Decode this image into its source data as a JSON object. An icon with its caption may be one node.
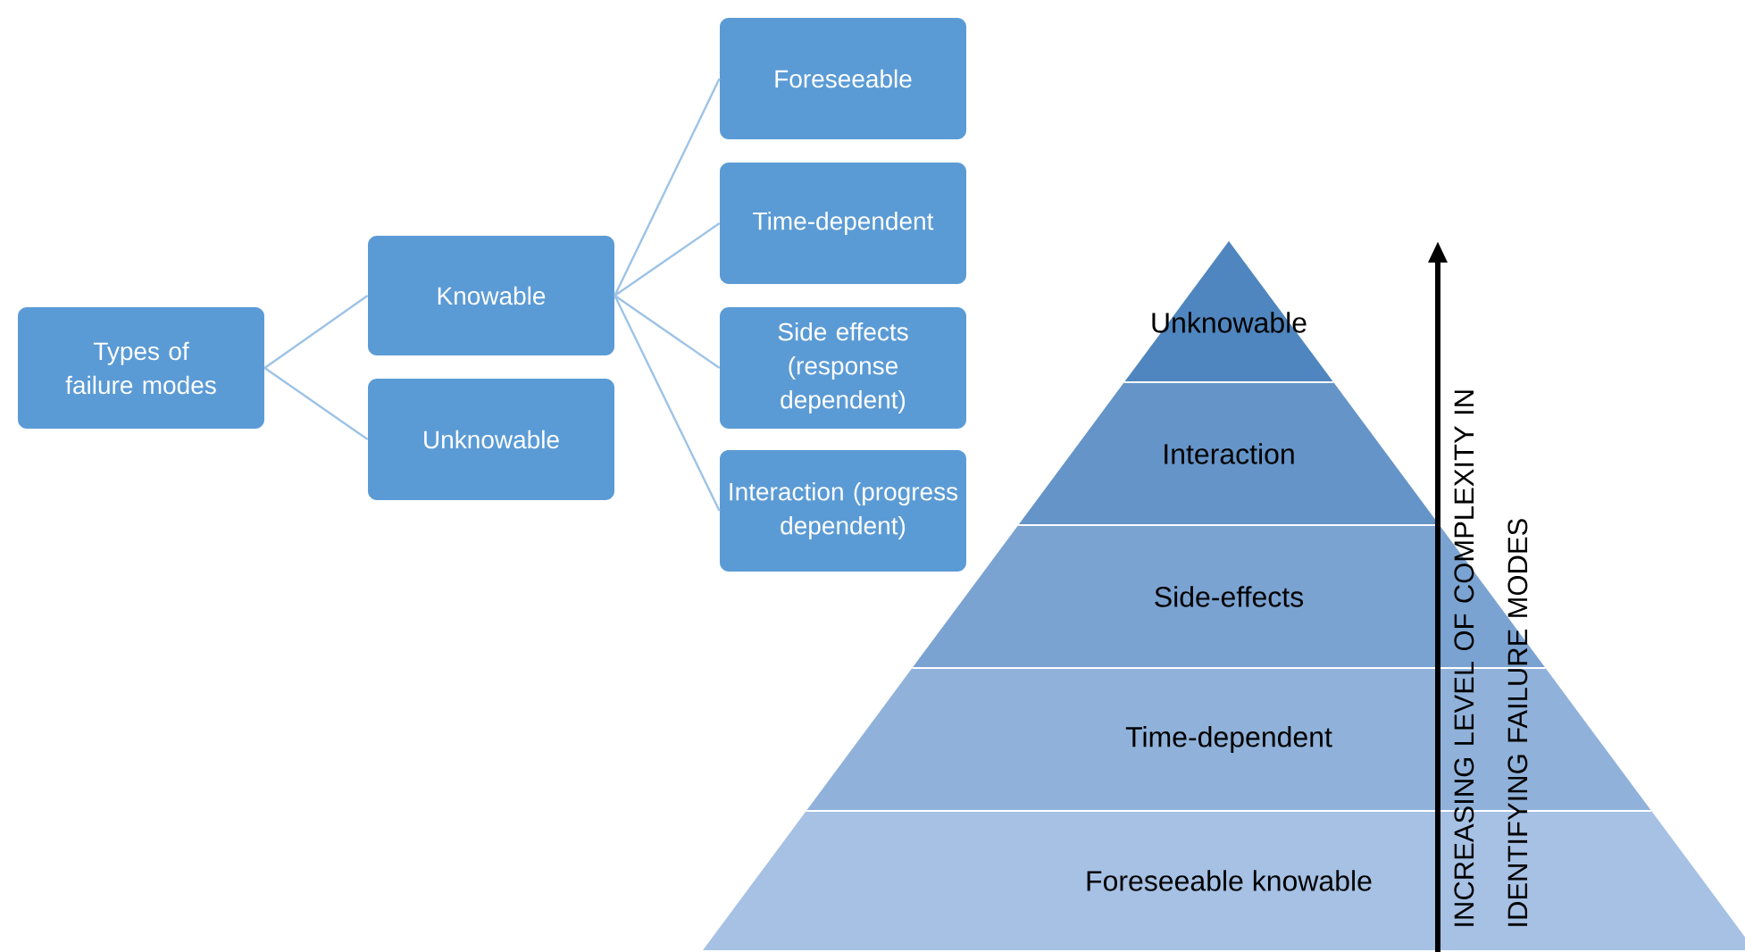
{
  "diagram": {
    "nodes": [
      {
        "text": [
          "Types of failure modes"
        ]
      },
      {
        "text": [
          "Knowable"
        ]
      },
      {
        "text": [
          "Unknowable"
        ]
      },
      {
        "text": [
          "Foreseeable"
        ]
      },
      {
        "text": [
          "Time-dependent"
        ]
      },
      {
        "text": [
          "Side effects (response dependent)"
        ]
      },
      {
        "text": [
          "Interaction (progress dependent)"
        ]
      },
      {
        "text": [
          "Unknowable"
        ]
      },
      {
        "text": [
          "Interaction"
        ]
      },
      {
        "text": [
          "Side-effects"
        ]
      },
      {
        "text": [
          "Time-dependent"
        ]
      },
      {
        "text": [
          "Foreseeable knowable"
        ]
      }
    ],
    "edges": [
      {
        "from": 0,
        "to": 1,
        "arrow": "none"
      },
      {
        "from": 0,
        "to": 2,
        "arrow": "none"
      },
      {
        "from": 1,
        "to": 3,
        "arrow": "none"
      },
      {
        "from": 1,
        "to": 4,
        "arrow": "none"
      },
      {
        "from": 1,
        "to": 5,
        "arrow": "none"
      },
      {
        "from": 1,
        "to": 6,
        "arrow": "none"
      }
    ],
    "labels": [
      "INCREASING LEVEL OF COMPLEXITY IN IDENTIFYING FAILURE MODES"
    ]
  }
}
